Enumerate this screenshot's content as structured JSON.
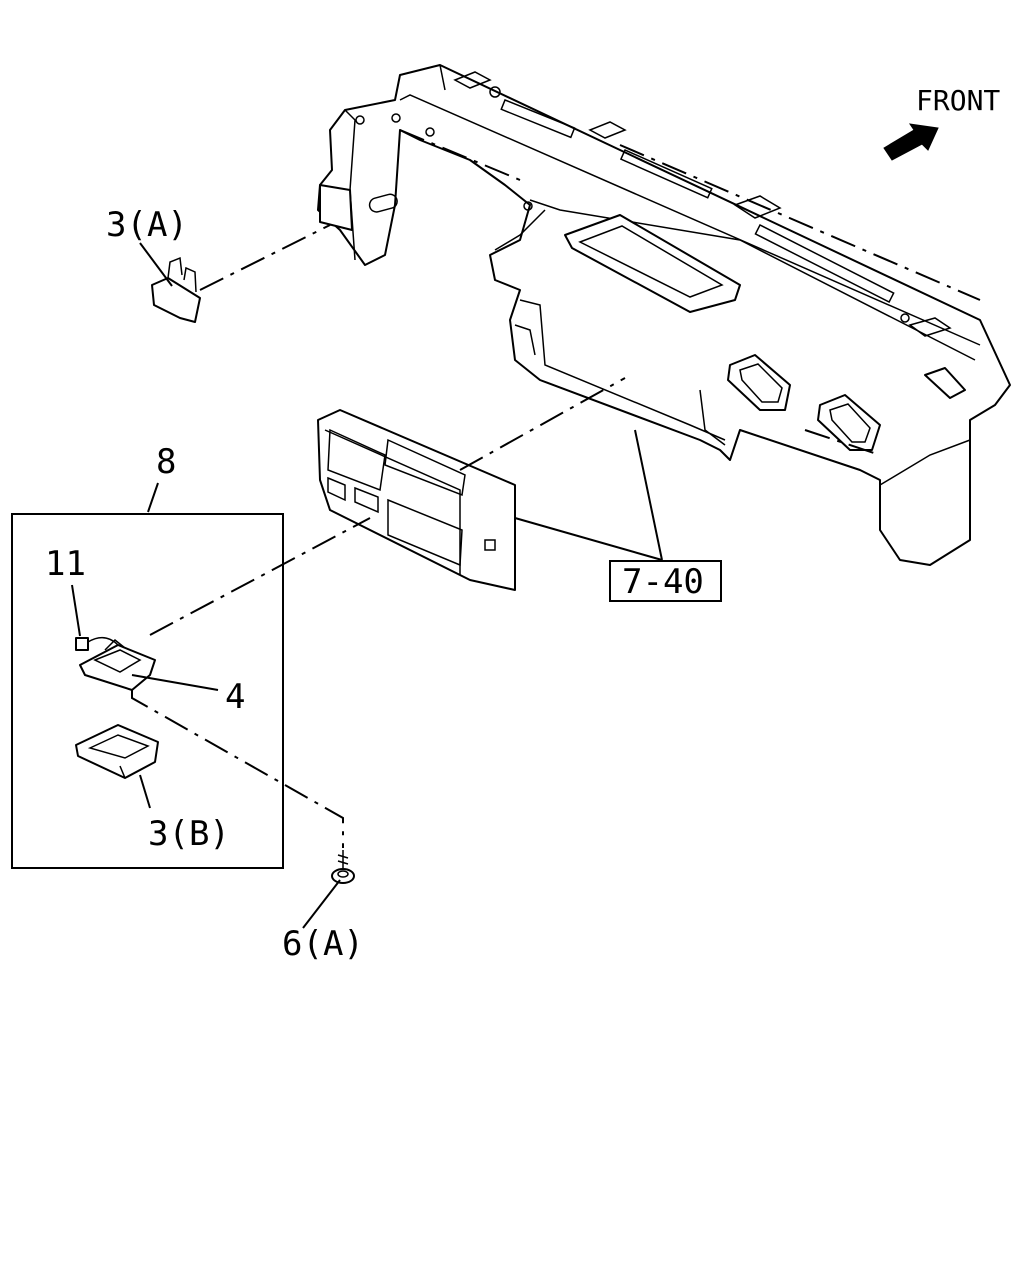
{
  "labels": {
    "front": "FRONT",
    "part_3a": "3(A)",
    "part_8": "8",
    "part_11": "11",
    "part_4": "4",
    "part_3b": "3(B)",
    "part_6a": "6(A)",
    "ref_7_40": "7-40"
  },
  "colors": {
    "ink": "#000000",
    "paper": "#ffffff"
  },
  "icons": {
    "front_arrow": "arrow-icon"
  }
}
